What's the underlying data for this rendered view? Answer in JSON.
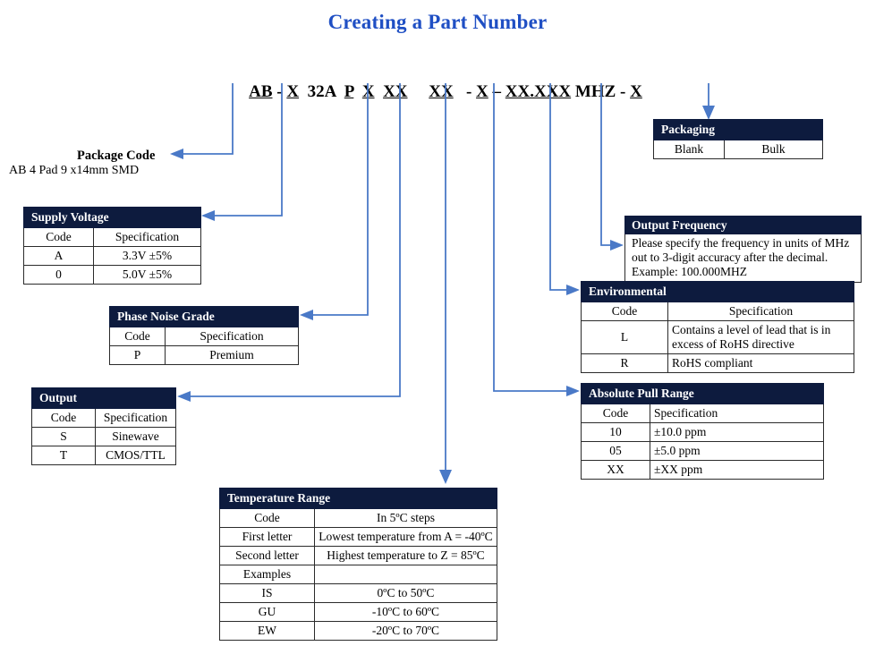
{
  "page": {
    "title": "Creating a Part Number",
    "title_color": "#1f4fc4",
    "header_color": "#0d1b3e",
    "connector_color": "#4a79c7"
  },
  "part_number": {
    "full_string": "AB - X 32A P X XX XX - X – XX.XXX MHZ - X",
    "segments": [
      {
        "text": "AB",
        "underlined": true
      },
      {
        "text": " - ",
        "underlined": false
      },
      {
        "text": "X",
        "underlined": true
      },
      {
        "text": "  32A  ",
        "underlined": false
      },
      {
        "text": "P",
        "underlined": true
      },
      {
        "text": "  ",
        "underlined": false
      },
      {
        "text": "X",
        "underlined": true
      },
      {
        "text": "  ",
        "underlined": false
      },
      {
        "text": "XX",
        "underlined": true
      },
      {
        "text": "     ",
        "underlined": false
      },
      {
        "text": "XX",
        "underlined": true
      },
      {
        "text": "   - ",
        "underlined": false
      },
      {
        "text": "X",
        "underlined": true
      },
      {
        "text": " – ",
        "underlined": false
      },
      {
        "text": "XX.XXX",
        "underlined": true
      },
      {
        "text": " MHZ - ",
        "underlined": false
      },
      {
        "text": "X",
        "underlined": true
      }
    ]
  },
  "package_code": {
    "label": "Package Code",
    "description": "AB 4 Pad 9 x14mm SMD"
  },
  "supply_voltage": {
    "title": "Supply Voltage",
    "columns": [
      "Code",
      "Specification"
    ],
    "rows": [
      [
        "A",
        "3.3V ±5%"
      ],
      [
        "0",
        "5.0V ±5%"
      ]
    ]
  },
  "phase_noise_grade": {
    "title": "Phase Noise Grade",
    "columns": [
      "Code",
      "Specification"
    ],
    "rows": [
      [
        "P",
        "Premium"
      ]
    ]
  },
  "output": {
    "title": "Output",
    "columns": [
      "Code",
      "Specification"
    ],
    "rows": [
      [
        "S",
        "Sinewave"
      ],
      [
        "T",
        "CMOS/TTL"
      ]
    ]
  },
  "temperature_range": {
    "title": "Temperature Range",
    "columns": [
      "Code",
      "In 5ºC steps"
    ],
    "rows": [
      [
        "First letter",
        "Lowest temperature from A = -40ºC"
      ],
      [
        "Second  letter",
        "Highest temperature to Z = 85ºC"
      ],
      [
        "Examples",
        ""
      ],
      [
        "IS",
        "0ºC to 50ºC"
      ],
      [
        "GU",
        "-10ºC to 60ºC"
      ],
      [
        "EW",
        "-20ºC to 70ºC"
      ]
    ]
  },
  "packaging": {
    "title": "Packaging",
    "cells": [
      "Blank",
      "Bulk"
    ]
  },
  "output_frequency": {
    "title": "Output Frequency",
    "lines": [
      "Please specify the frequency in units of MHz",
      "out to 3-digit accuracy after the decimal.",
      "Example: 100.000MHZ"
    ]
  },
  "environmental": {
    "title": "Environmental",
    "columns": [
      "Code",
      "Specification"
    ],
    "rows": [
      [
        "L",
        "Contains a level of lead that is in excess of RoHS directive"
      ],
      [
        "R",
        "RoHS compliant"
      ]
    ]
  },
  "absolute_pull_range": {
    "title": "Absolute Pull Range",
    "columns": [
      "Code",
      "Specification"
    ],
    "rows": [
      [
        "10",
        "±10.0 ppm"
      ],
      [
        "05",
        "±5.0 ppm"
      ],
      [
        "XX",
        "±XX ppm"
      ]
    ]
  }
}
